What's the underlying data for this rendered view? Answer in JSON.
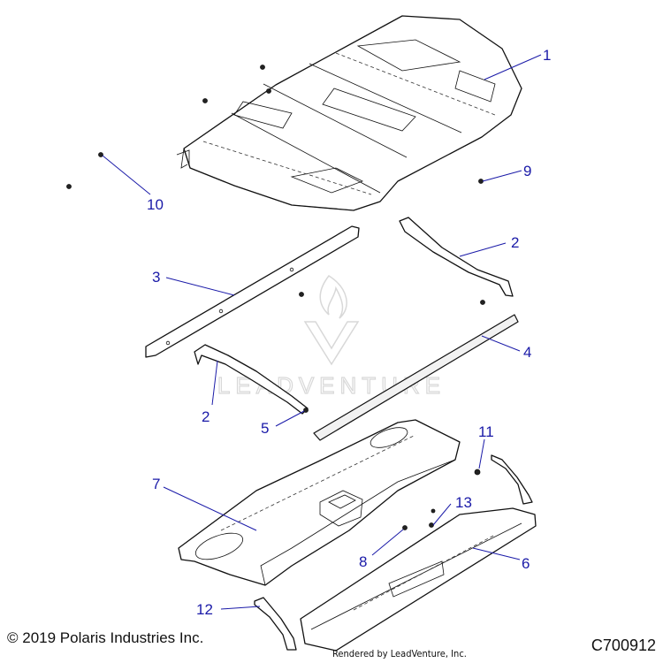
{
  "callouts": [
    {
      "id": "1",
      "label": "1"
    },
    {
      "id": "2a",
      "label": "2"
    },
    {
      "id": "2b",
      "label": "2"
    },
    {
      "id": "3",
      "label": "3"
    },
    {
      "id": "4",
      "label": "4"
    },
    {
      "id": "5",
      "label": "5"
    },
    {
      "id": "6",
      "label": "6"
    },
    {
      "id": "7",
      "label": "7"
    },
    {
      "id": "8",
      "label": "8"
    },
    {
      "id": "9",
      "label": "9"
    },
    {
      "id": "10",
      "label": "10"
    },
    {
      "id": "11",
      "label": "11"
    },
    {
      "id": "12",
      "label": "12"
    },
    {
      "id": "13",
      "label": "13"
    }
  ],
  "watermark": "LEADVENTURE",
  "footer": {
    "copyright": "© 2019 Polaris Industries Inc.",
    "rendered_by": "Rendered by LeadVenture, Inc.",
    "diagram_code": "C700912"
  },
  "colors": {
    "callout": "#1a1aa8",
    "line_art": "#111111",
    "watermark": "#d8d8d8"
  }
}
